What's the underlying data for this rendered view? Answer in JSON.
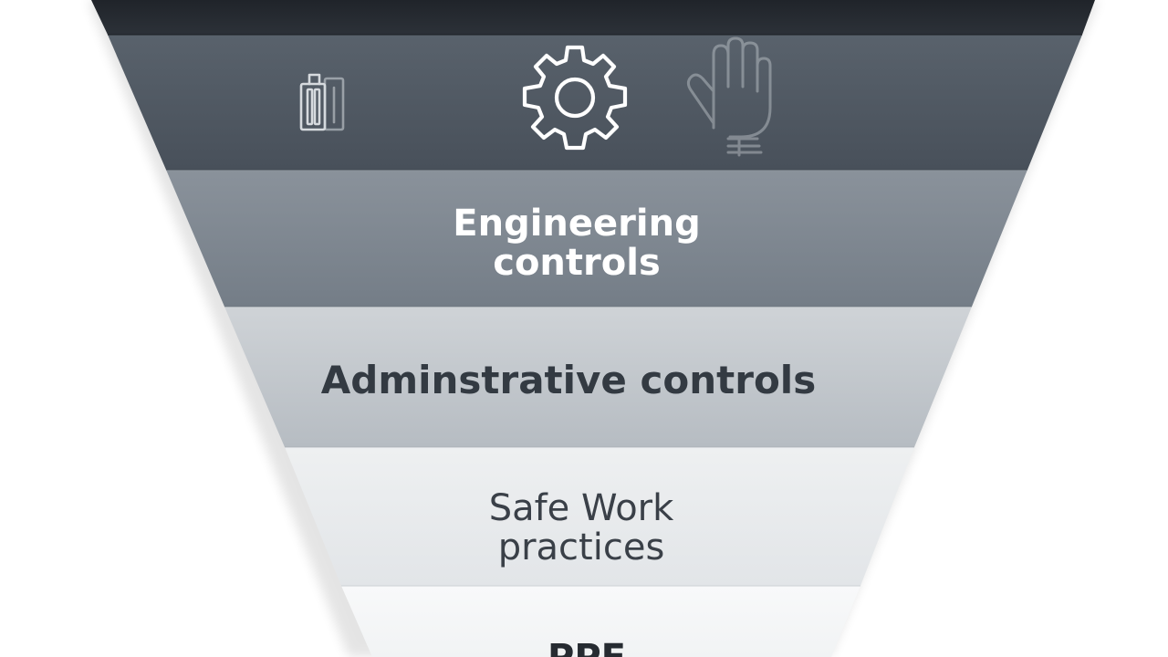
{
  "diagram": {
    "tiers": [
      {
        "id": "top",
        "label": "",
        "color": "#262b32"
      },
      {
        "id": "icons",
        "label": "",
        "color": "#4e5761"
      },
      {
        "id": "engineering",
        "label_lines": [
          "Engineering",
          "controls"
        ],
        "color": "#7d868f"
      },
      {
        "id": "administrative",
        "label": "Adminstrative controls",
        "color": "#bfc4c9"
      },
      {
        "id": "safe-work",
        "label_lines": [
          "Safe Work",
          "practices"
        ],
        "color": "#e9ebed"
      },
      {
        "id": "ppe",
        "label": "PPE",
        "color": "#f6f7f8"
      }
    ],
    "icons": [
      "door-icon",
      "gear-icon",
      "glove-icon"
    ]
  }
}
